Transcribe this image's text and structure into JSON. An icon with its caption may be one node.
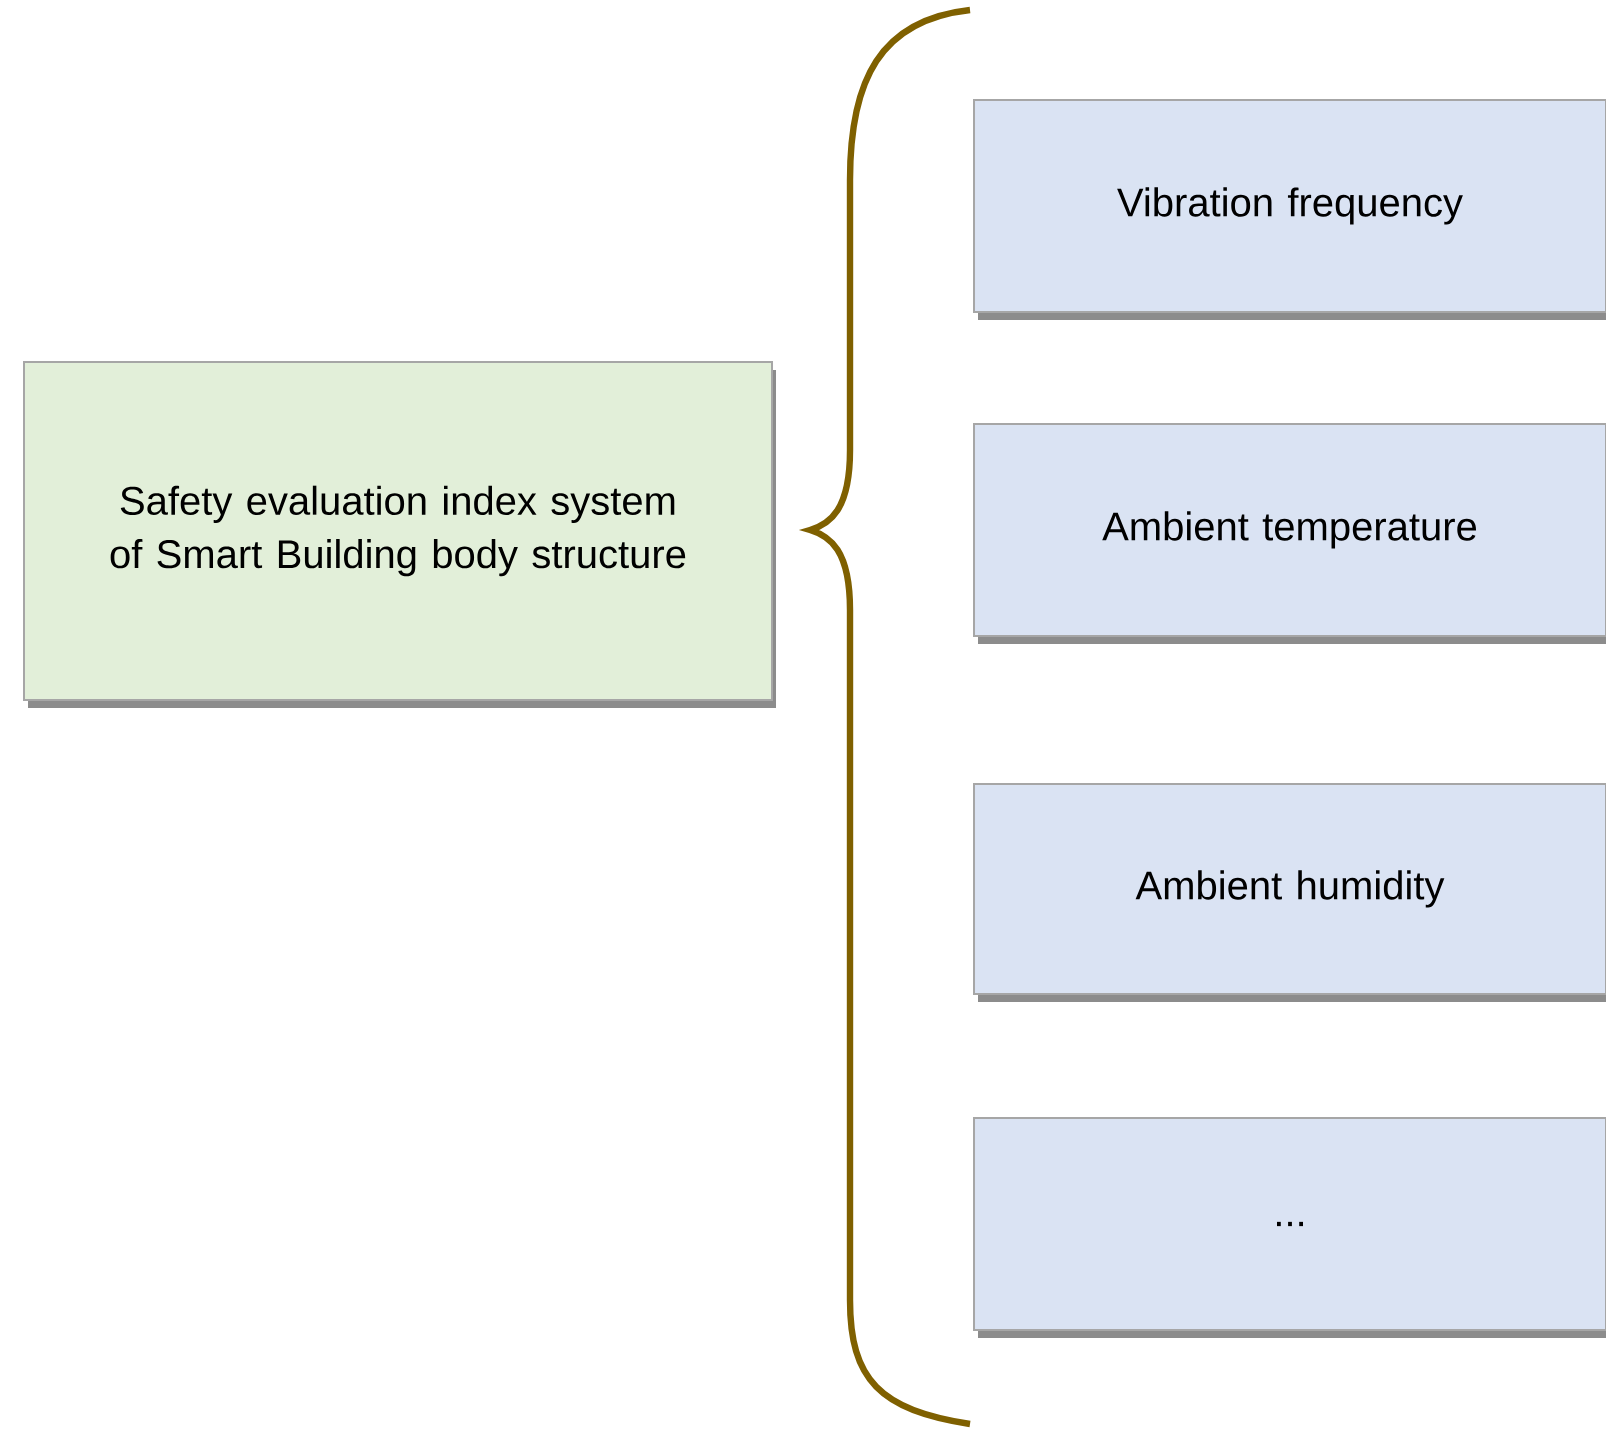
{
  "diagram": {
    "nodes": [
      {
        "text": [
          "Safety evaluation index system of Smart Building body structure"
        ]
      },
      {
        "text": [
          "Vibration frequency"
        ]
      },
      {
        "text": [
          "Ambient temperature"
        ]
      },
      {
        "text": [
          "Ambient humidity"
        ]
      },
      {
        "text": [
          "..."
        ]
      }
    ]
  }
}
